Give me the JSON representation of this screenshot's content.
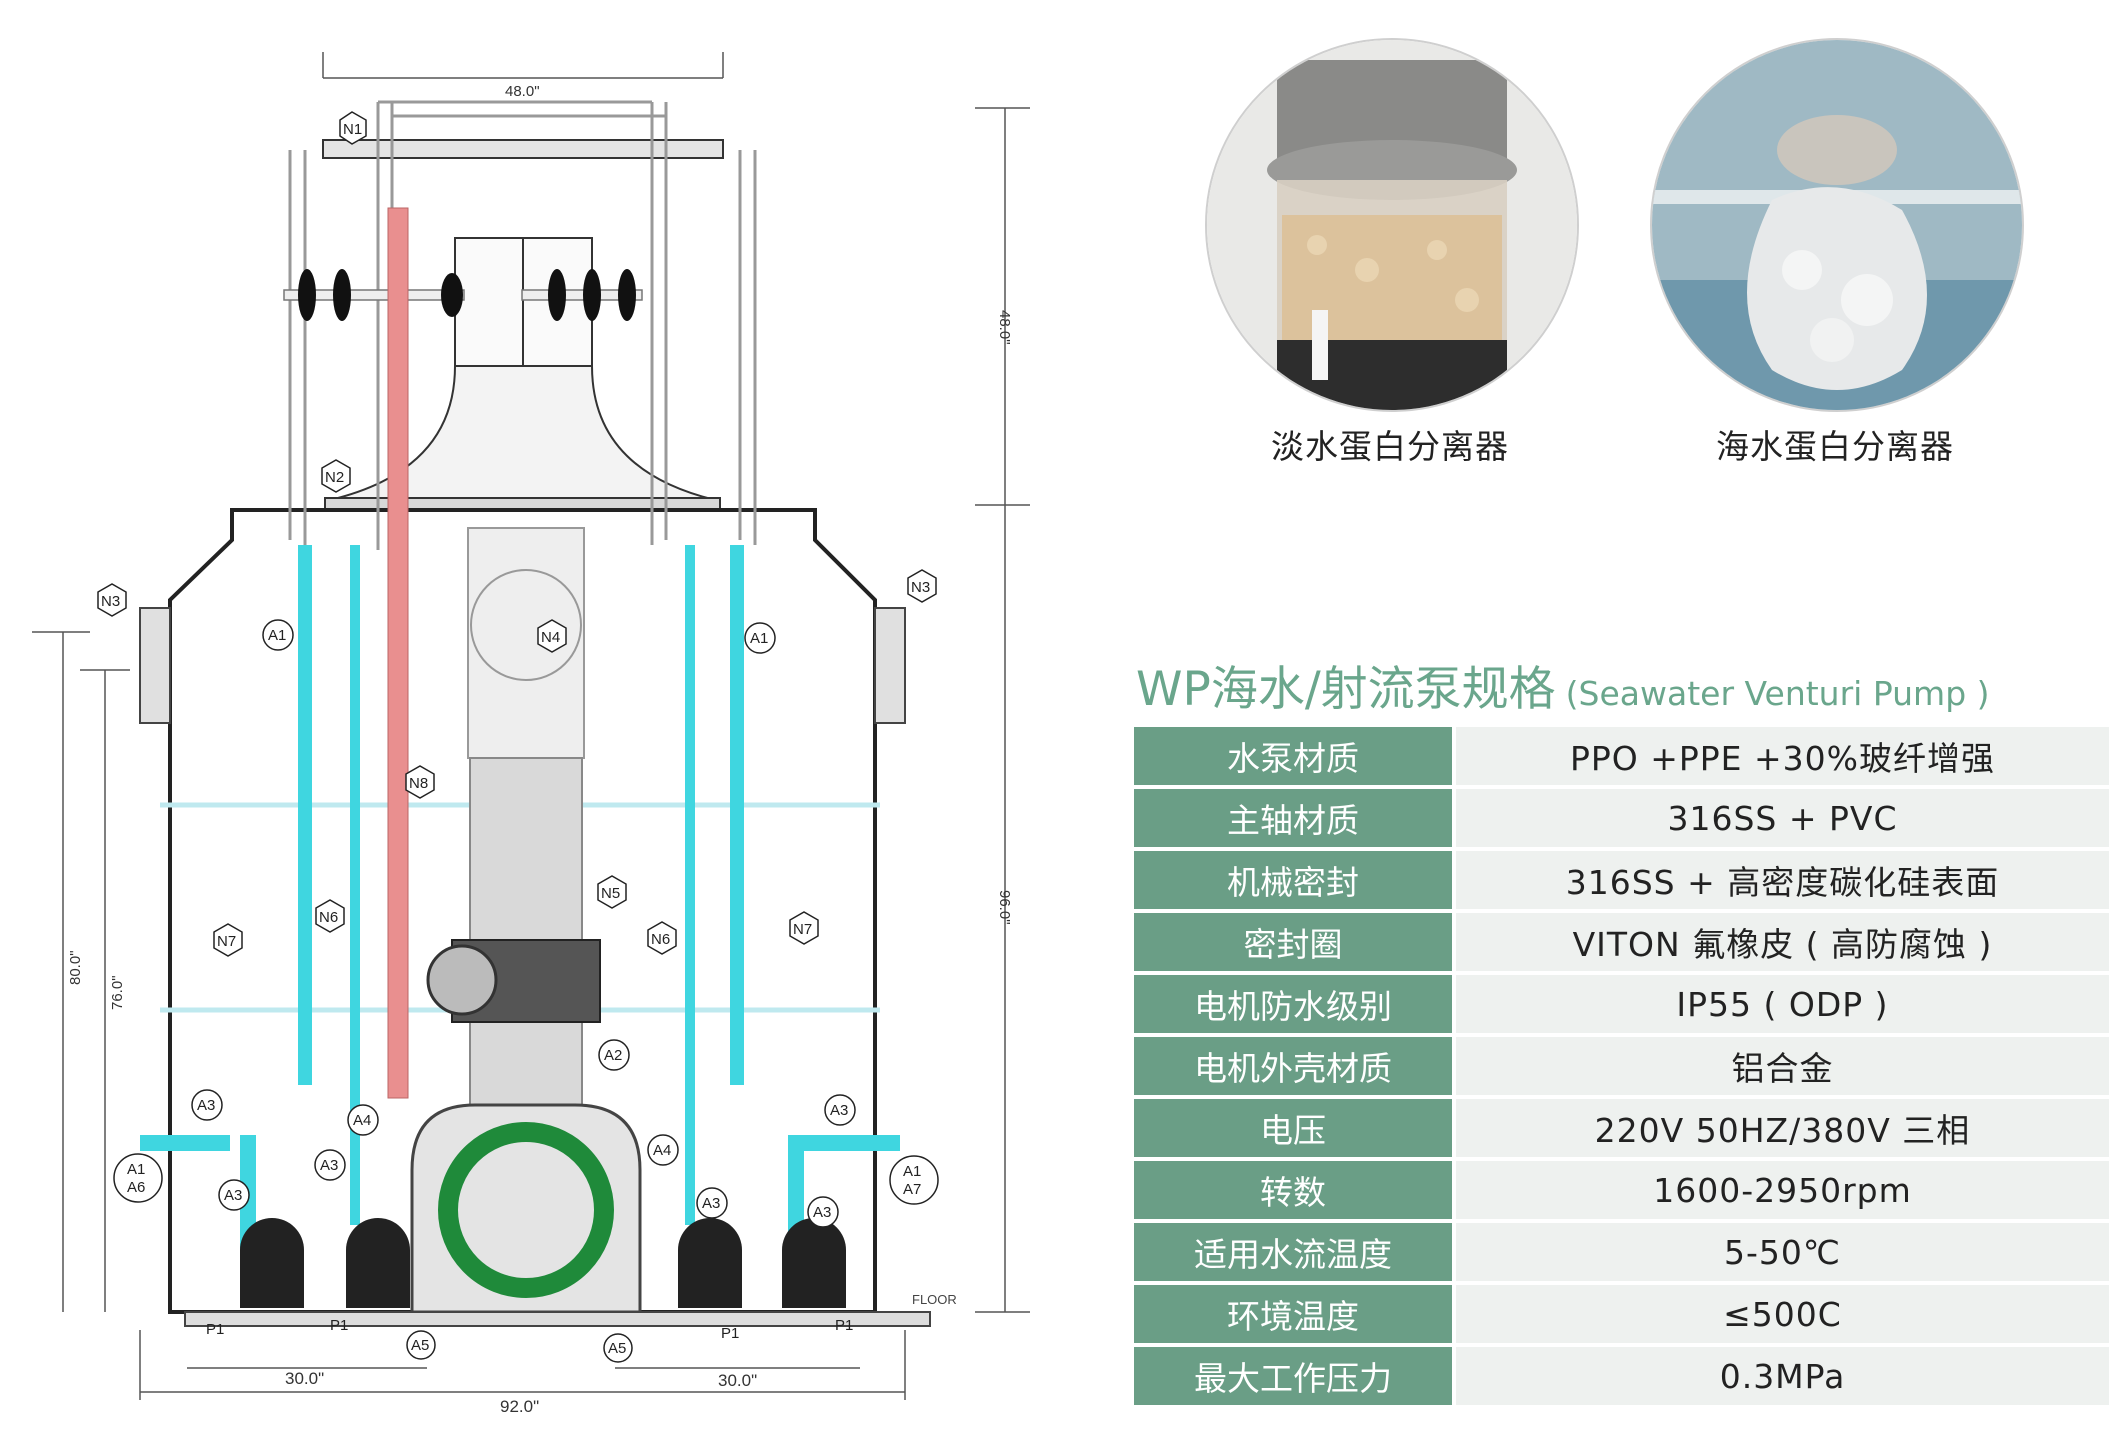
{
  "diagram": {
    "dimensions": [
      "48.0\"",
      "48.0\"",
      "96.0\"",
      "80.0\"",
      "76.0\"",
      "30.0\"",
      "30.0\"",
      "92.0\""
    ],
    "floor_label": "FLOOR",
    "labels": {
      "n1": "N1",
      "n2": "N2",
      "n3": "N3",
      "n4": "N4",
      "n5": "N5",
      "n6": "N6",
      "n7": "N7",
      "n8": "N8",
      "a1": "A1",
      "a2": "A2",
      "a3": "A3",
      "a4": "A4",
      "a5": "A5",
      "a1a6": [
        "A1",
        "A6"
      ],
      "a1a7": [
        "A1",
        "A7"
      ],
      "p1": "P1"
    },
    "colors": {
      "cyan_pipe": "#3fd6e0",
      "red_pipe": "#e98f8f",
      "flange": "#1f8a3a",
      "structure": "#222222"
    }
  },
  "photos": [
    {
      "caption": "淡水蛋白分离器",
      "icon": "freshwater-skimmer-photo"
    },
    {
      "caption": "海水蛋白分离器",
      "icon": "seawater-skimmer-photo"
    }
  ],
  "spec": {
    "title": "WP海水/射流泵规格",
    "subtitle": "(Seawater Venturi Pump )",
    "title_color": "#6aa68c",
    "key_bg": "#6a9e86",
    "rows": [
      {
        "key": "水泵材质",
        "value": "PPO +PPE +30%玻纤增强"
      },
      {
        "key": "主轴材质",
        "value": "316SS + PVC"
      },
      {
        "key": "机械密封",
        "value": "316SS + 高密度碳化硅表面"
      },
      {
        "key": "密封圈",
        "value": "VITON 氟橡皮 ( 高防腐蚀 )"
      },
      {
        "key": "电机防水级别",
        "value": "IP55 ( ODP )"
      },
      {
        "key": "电机外壳材质",
        "value": "铝合金"
      },
      {
        "key": "电压",
        "value": "220V 50HZ/380V 三相"
      },
      {
        "key": "转数",
        "value": "1600-2950rpm"
      },
      {
        "key": "适用水流温度",
        "value": "5-50℃"
      },
      {
        "key": "环境温度",
        "value": "≤500C"
      },
      {
        "key": "最大工作压力",
        "value": "0.3MPa"
      }
    ]
  }
}
